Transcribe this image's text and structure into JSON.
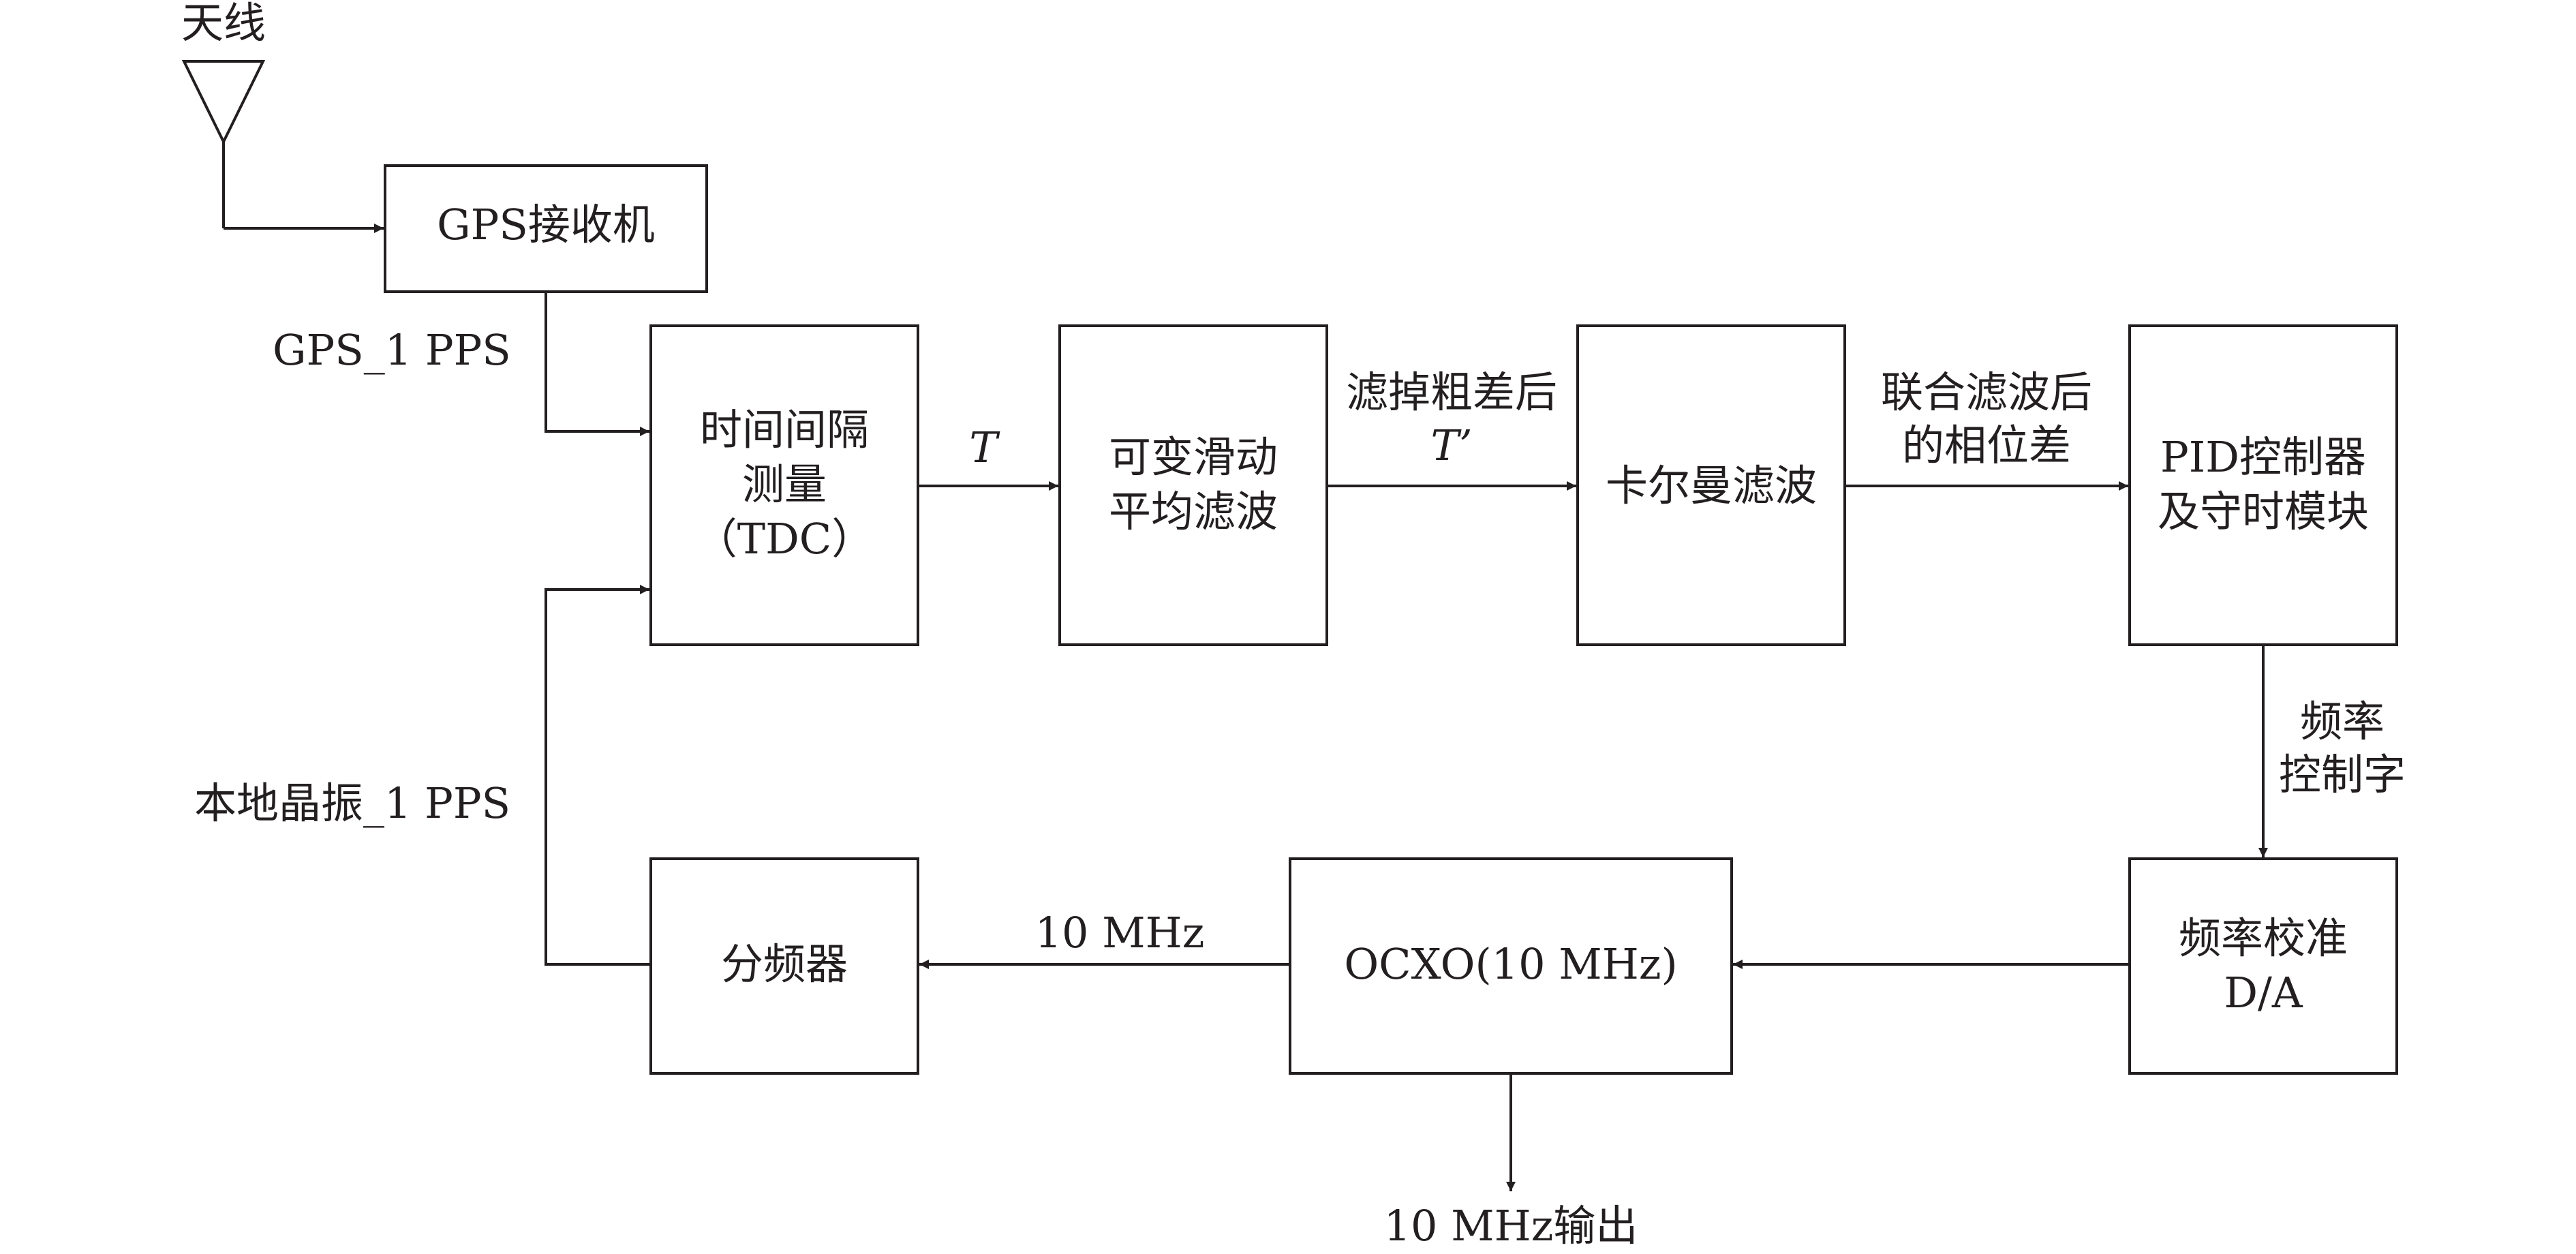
{
  "antenna": {
    "label": "天线"
  },
  "blocks": {
    "gps_receiver": "GPS接收机",
    "tdc": [
      "时间间隔",
      "测量",
      "（TDC）"
    ],
    "moving_average": [
      "可变滑动",
      "平均滤波"
    ],
    "kalman": "卡尔曼滤波",
    "pid": [
      "PID控制器",
      "及守时模块"
    ],
    "freq_calibration": [
      "频率校准",
      "D/A"
    ],
    "ocxo": "OCXO(10 MHz)",
    "divider": "分频器"
  },
  "signals": {
    "gps_pps": "GPS_1 PPS",
    "local_pps": "本地晶振_1 PPS",
    "t": "T",
    "after_outlier": "滤掉粗差后",
    "t_prime": "T’",
    "joint_filtered": [
      "联合滤波后",
      "的相位差"
    ],
    "freq_word": [
      "频率",
      "控制字"
    ],
    "ten_mhz": "10 MHz",
    "ten_mhz_output": "10 MHz输出"
  }
}
